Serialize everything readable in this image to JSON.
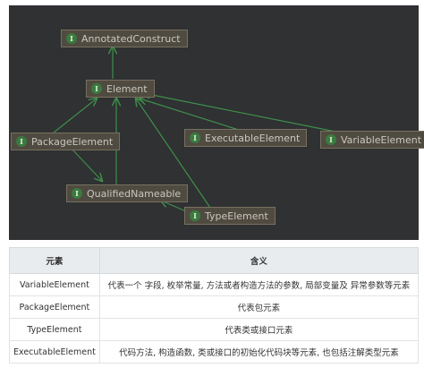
{
  "diagram": {
    "nodes": {
      "annotated_construct": {
        "label": "AnnotatedConstruct",
        "icon": "interface-icon"
      },
      "element": {
        "label": "Element",
        "icon": "interface-icon"
      },
      "package_element": {
        "label": "PackageElement",
        "icon": "interface-icon"
      },
      "executable_element": {
        "label": "ExecutableElement",
        "icon": "interface-icon"
      },
      "variable_element": {
        "label": "VariableElement",
        "icon": "interface-icon"
      },
      "qualified_nameable": {
        "label": "QualifiedNameable",
        "icon": "interface-icon"
      },
      "type_element": {
        "label": "TypeElement",
        "icon": "interface-icon"
      }
    },
    "icon_glyph": "I",
    "edge_color": "#3f8f4a"
  },
  "table": {
    "headers": [
      "元素",
      "含义"
    ],
    "rows": [
      {
        "name": "VariableElement",
        "meaning": "代表一个 字段, 枚举常量, 方法或者构造方法的参数, 局部变量及 异常参数等元素"
      },
      {
        "name": "PackageElement",
        "meaning": "代表包元素"
      },
      {
        "name": "TypeElement",
        "meaning": "代表类或接口元素"
      },
      {
        "name": "ExecutableElement",
        "meaning": "代码方法, 构造函数, 类或接口的初始化代码块等元素, 也包括注解类型元素"
      }
    ]
  }
}
